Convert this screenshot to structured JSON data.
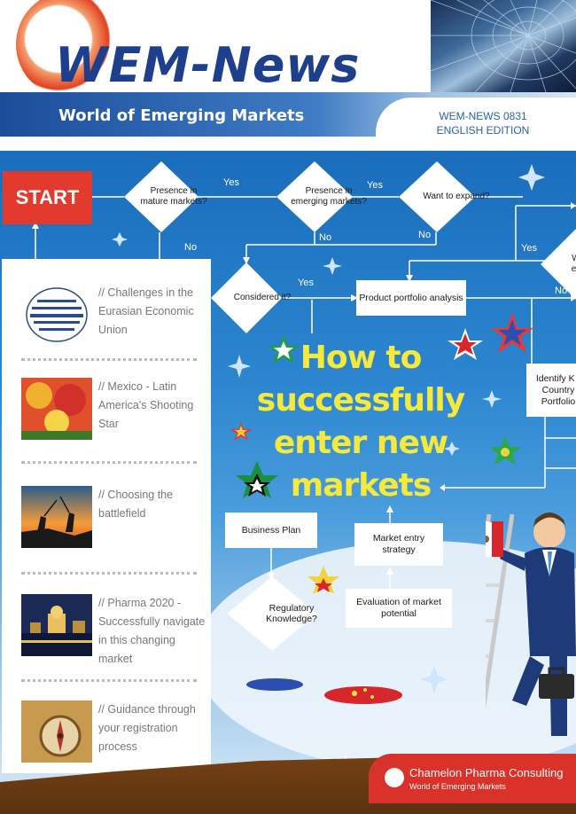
{
  "header": {
    "title": "WEM-News",
    "subtitle": "World of Emerging Markets",
    "edition_code": "WEM-NEWS 0831",
    "edition_lang": "ENGLISH EDITION"
  },
  "flow": {
    "start": "START",
    "d_mature": "Presence in mature markets?",
    "d_emerging": "Presence in emerging markets?",
    "d_expand": "Want to expand?",
    "d_considered": "Considered it?",
    "d_regulatory": "Regulatory Knowledge?",
    "d_partial": "W ex",
    "b_portfolio": "Product portfolio analysis",
    "b_identify": "Identify K -Country Portfolio",
    "b_business": "Business Plan",
    "b_entry": "Market entry strategy",
    "b_potential": "Evaluation of market potential",
    "yes": "Yes",
    "no": "No"
  },
  "headline": {
    "line1": "How to",
    "line2": "successfully",
    "line3": "enter new",
    "line4": "markets"
  },
  "sidebar": {
    "items": [
      {
        "title": "// Challenges in the Eurasian Economic Union"
      },
      {
        "title": "// Mexico - Latin America's Shooting Star"
      },
      {
        "title": "// Choosing the battlefield"
      },
      {
        "title": "// Pharma 2020 - Successfully navigate in this changing market"
      },
      {
        "title": "// Guidance through your registration process"
      }
    ]
  },
  "footer": {
    "brand_name": "Chamelon Pharma Consulting",
    "brand_sub": "World of Emerging Markets"
  },
  "colors": {
    "title_blue": "#1d3f8c",
    "start_red": "#e33a2e",
    "headline_yellow": "#f6e93d",
    "brand_red": "#d8322b"
  }
}
